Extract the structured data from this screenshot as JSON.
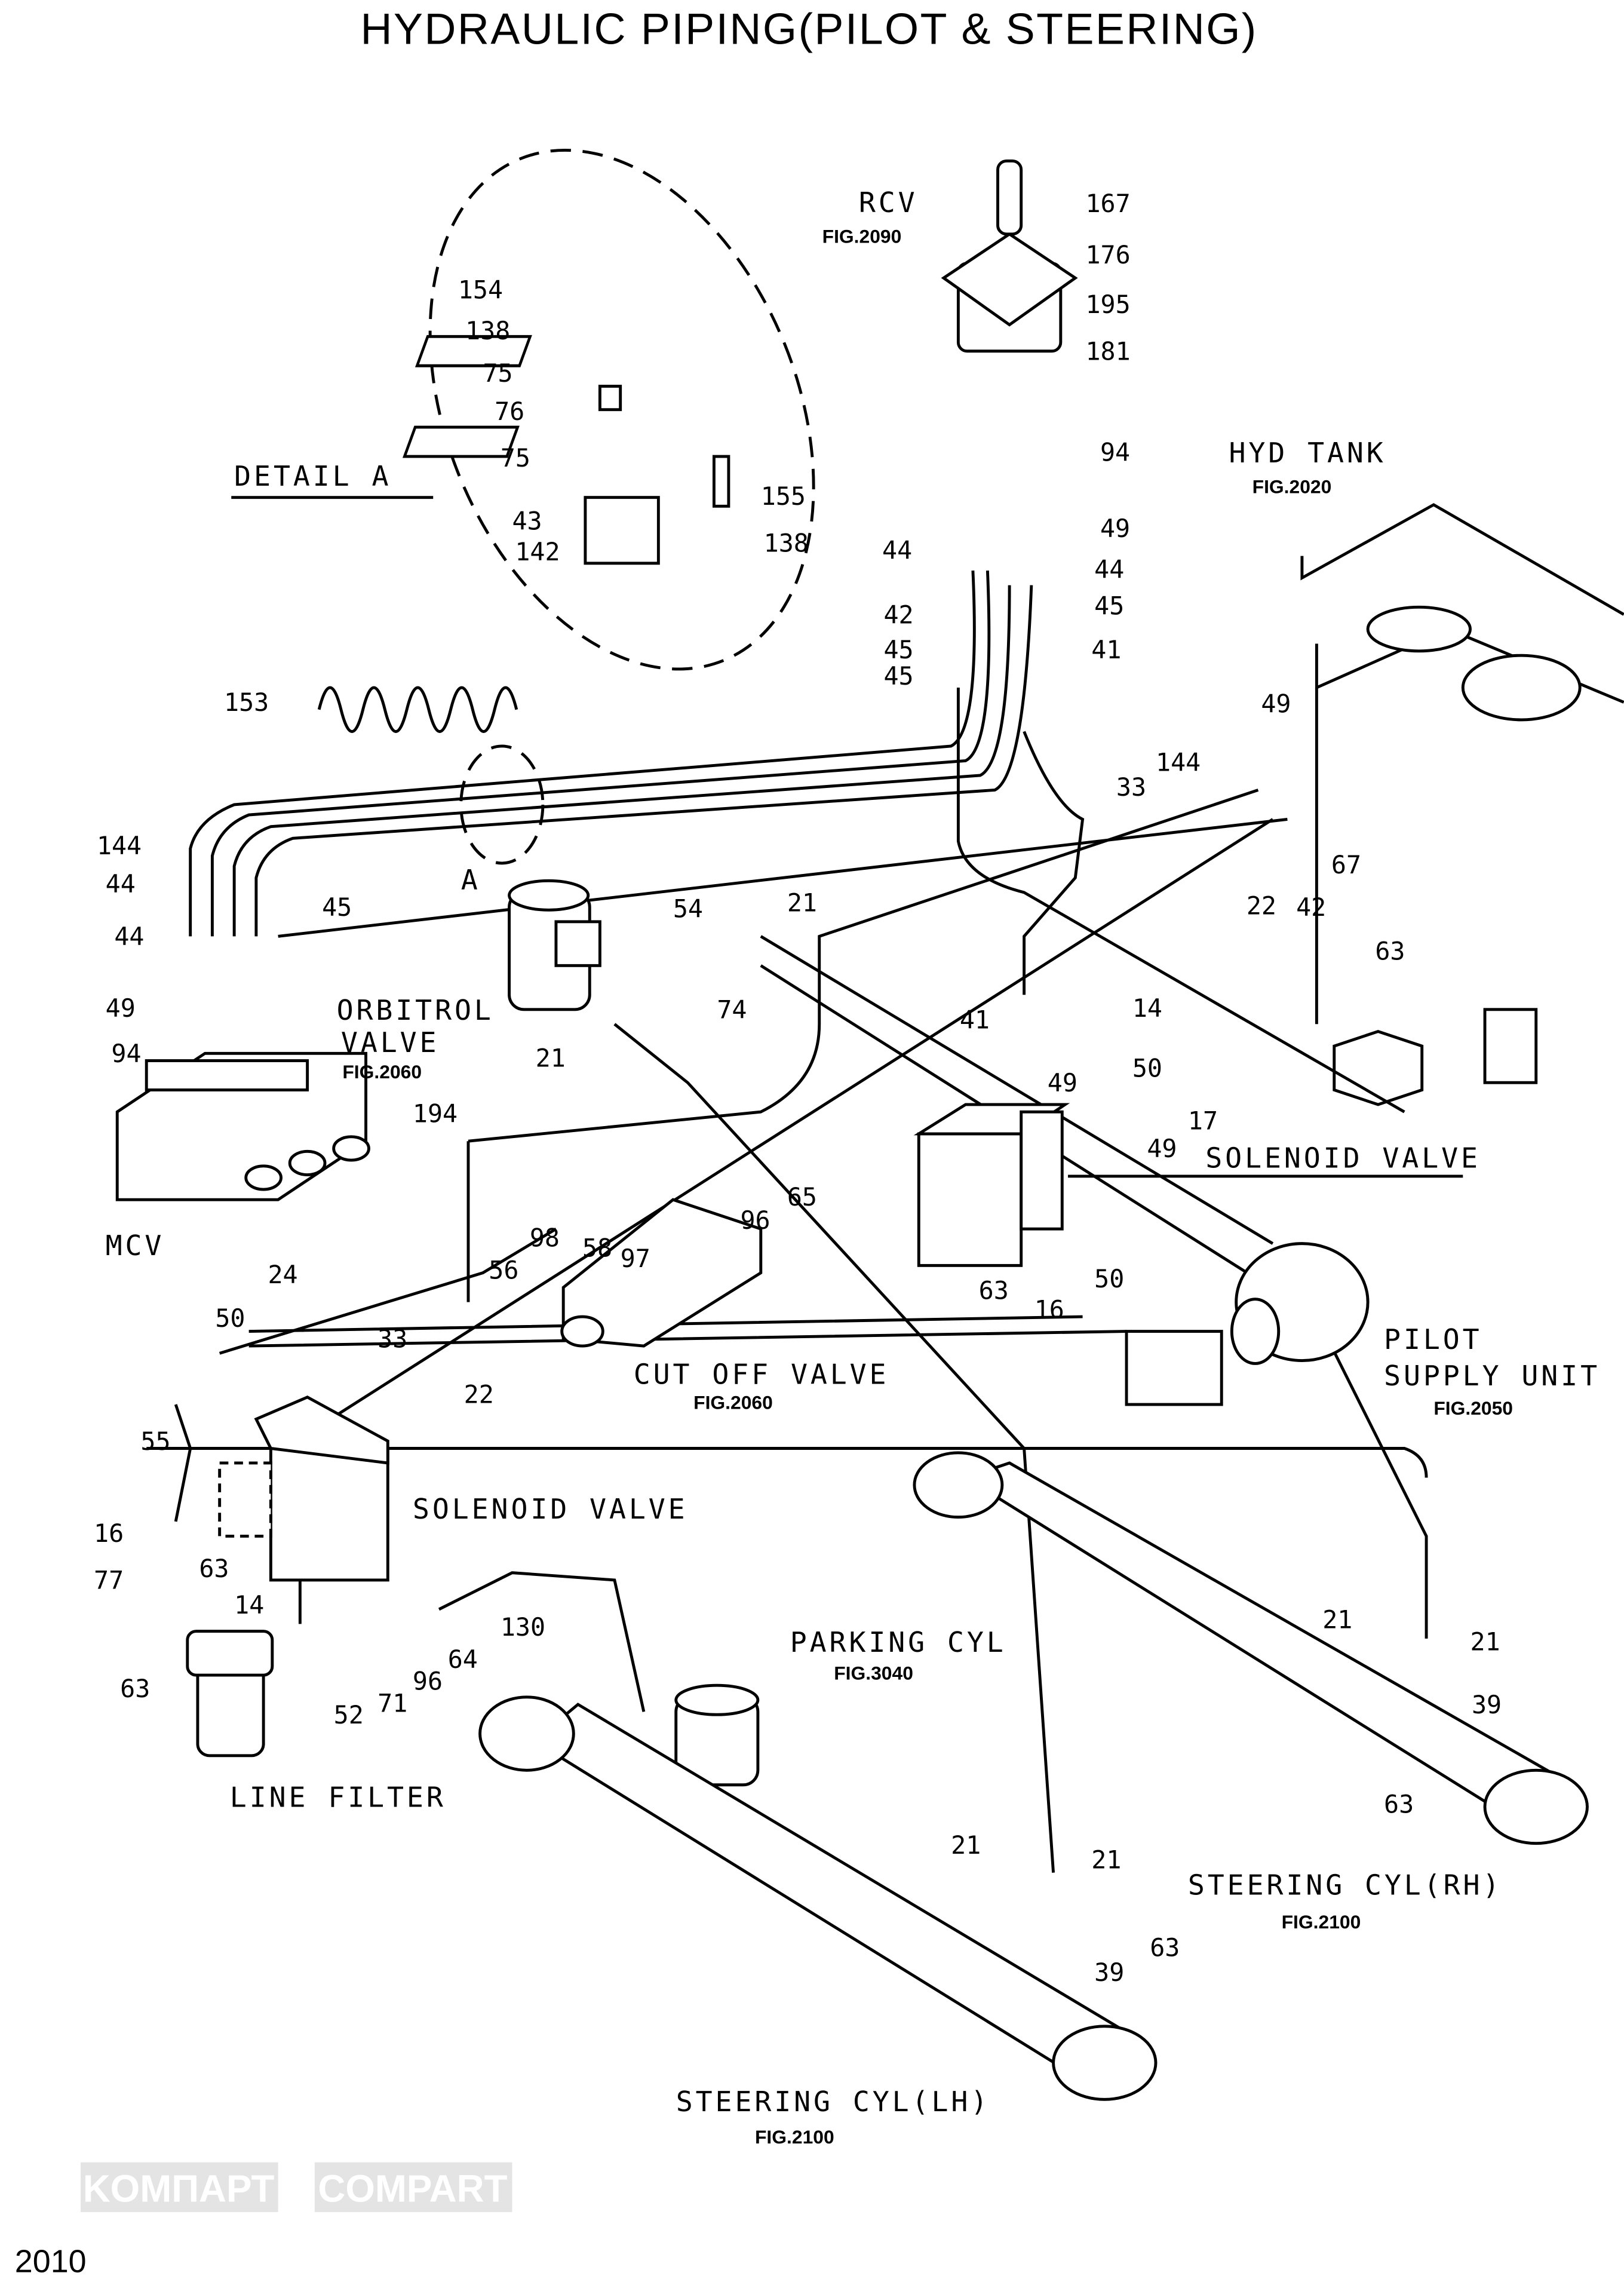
{
  "title": "HYDRAULIC PIPING(PILOT & STEERING)",
  "page_number": "2010",
  "watermark": {
    "left": "KOMПАРТ",
    "right": "COMPART"
  },
  "labels": {
    "rcv": "RCV",
    "rcv_fig": "FIG.2090",
    "detail_a": "DETAIL A",
    "hyd_tank": "HYD TANK",
    "hyd_tank_fig": "FIG.2020",
    "orbitrol_1": "ORBITROL",
    "orbitrol_2": "VALVE",
    "orbitrol_fig": "FIG.2060",
    "mcv": "MCV",
    "solenoid_valve_right": "SOLENOID VALVE",
    "cut_off_valve": "CUT OFF VALVE",
    "cut_off_fig": "FIG.2060",
    "pilot_1": "PILOT",
    "pilot_2": "SUPPLY UNIT",
    "pilot_fig": "FIG.2050",
    "solenoid_valve_left": "SOLENOID VALVE",
    "parking_cyl": "PARKING CYL",
    "parking_fig": "FIG.3040",
    "line_filter": "LINE FILTER",
    "steering_rh": "STEERING CYL(RH)",
    "steering_rh_fig": "FIG.2100",
    "steering_lh": "STEERING CYL(LH)",
    "steering_lh_fig": "FIG.2100",
    "detail_ref": "A"
  },
  "callouts": [
    "167",
    "176",
    "195",
    "181",
    "154",
    "138",
    "75",
    "76",
    "75",
    "43",
    "142",
    "155",
    "138",
    "94",
    "49",
    "44",
    "44",
    "42",
    "45",
    "45",
    "41",
    "45",
    "153",
    "49",
    "144",
    "33",
    "67",
    "42",
    "22",
    "63",
    "144",
    "44",
    "45",
    "44",
    "54",
    "21",
    "74",
    "21",
    "49",
    "94",
    "194",
    "41",
    "14",
    "50",
    "49",
    "17",
    "49",
    "65",
    "96",
    "98",
    "58",
    "97",
    "56",
    "24",
    "33",
    "50",
    "22",
    "55",
    "63",
    "50",
    "16",
    "16",
    "63",
    "77",
    "63",
    "14",
    "130",
    "64",
    "96",
    "71",
    "52",
    "21",
    "21",
    "39",
    "63",
    "21",
    "21",
    "63",
    "39"
  ]
}
